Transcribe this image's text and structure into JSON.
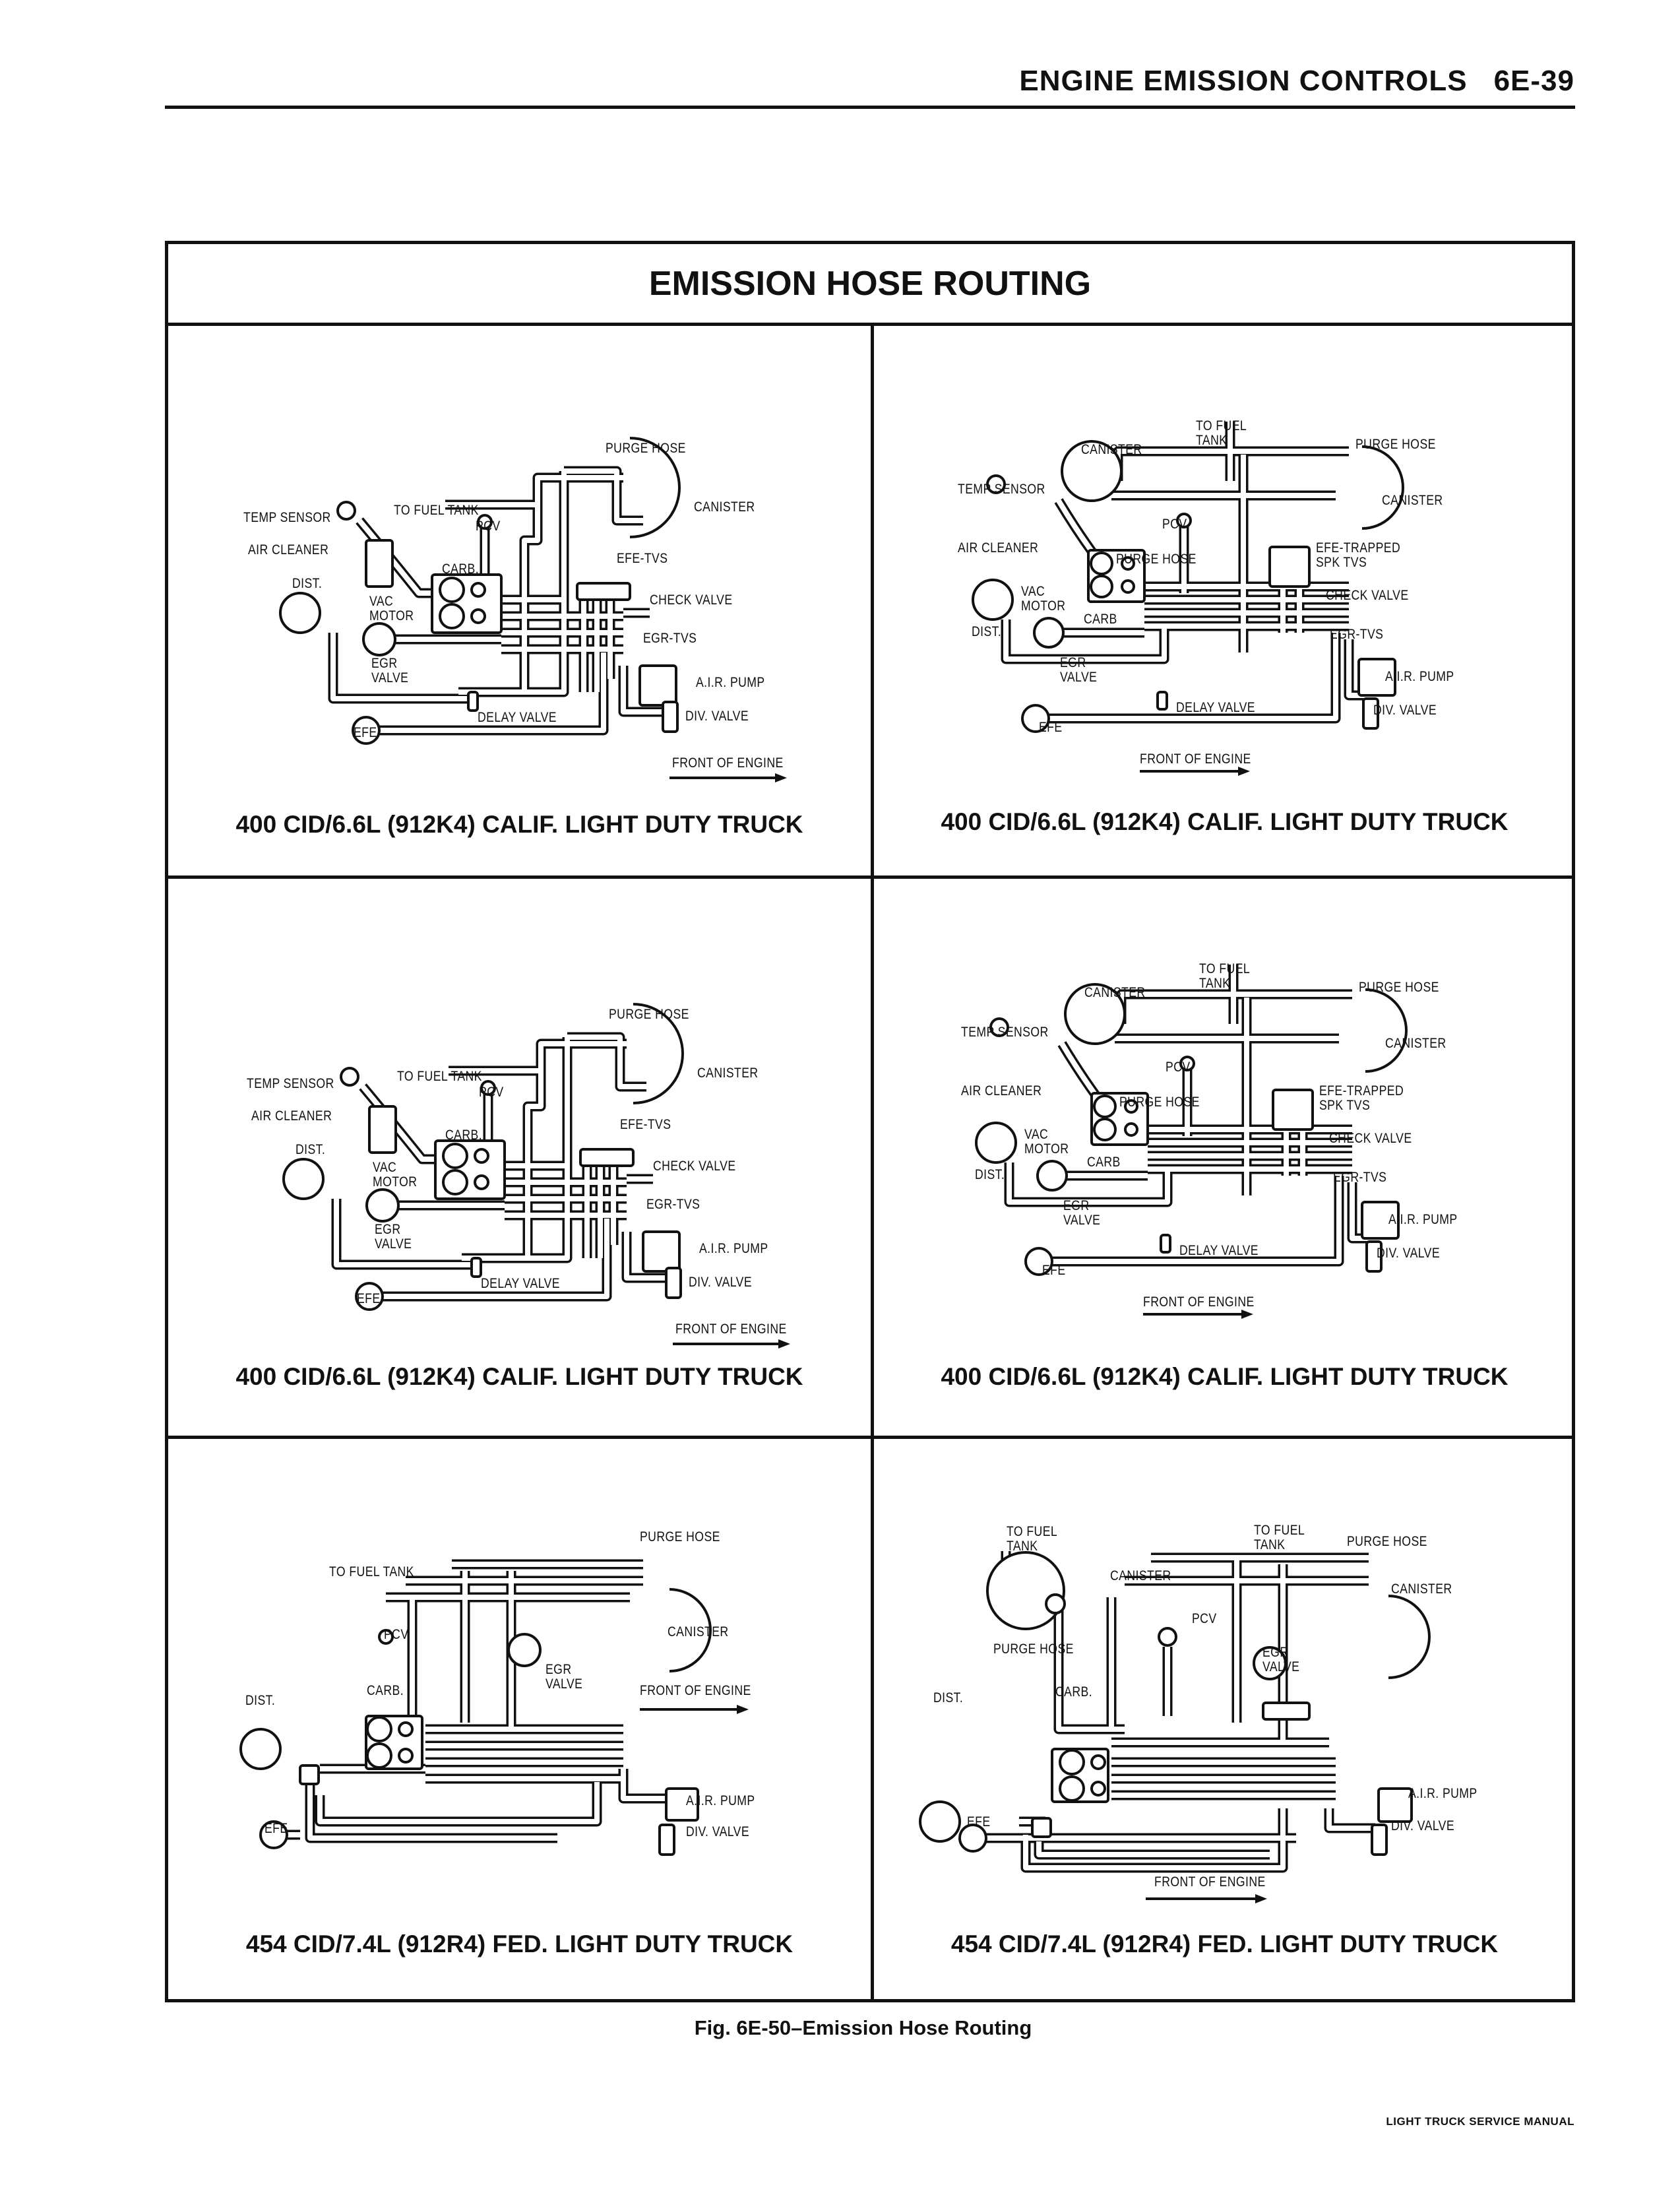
{
  "header": {
    "section": "ENGINE EMISSION CONTROLS",
    "page": "6E-39"
  },
  "title": "EMISSION HOSE ROUTING",
  "panels": [
    {
      "caption": "400 CID/6.6L (912K4) CALIF. LIGHT DUTY TRUCK",
      "labels": [
        "PURGE HOSE",
        "TEMP SENSOR",
        "TO FUEL TANK",
        "CANISTER",
        "PCV",
        "AIR CLEANER",
        "CARB.",
        "EFE-TVS",
        "DIST.",
        "CHECK VALVE",
        "VAC\nMOTOR",
        "EGR-TVS",
        "EGR\nVALVE",
        "A.I.R. PUMP",
        "DELAY VALVE",
        "DIV. VALVE",
        "EFE",
        "FRONT OF ENGINE"
      ]
    },
    {
      "caption": "400 CID/6.6L (912K4) CALIF. LIGHT DUTY TRUCK",
      "labels": [
        "CANISTER",
        "TO FUEL\nTANK",
        "PURGE HOSE",
        "TEMP SENSOR",
        "CANISTER",
        "PCV",
        "AIR CLEANER",
        "PURGE HOSE",
        "EFE-TRAPPED\nSPK TVS",
        "CHECK VALVE",
        "VAC\nMOTOR",
        "CARB",
        "DIST.",
        "EGR-TVS",
        "EGR\nVALVE",
        "A.I.R. PUMP",
        "DELAY VALVE",
        "DIV. VALVE",
        "EFE",
        "FRONT OF ENGINE"
      ]
    },
    {
      "caption": "400 CID/6.6L (912K4) CALIF. LIGHT DUTY TRUCK",
      "labels": [
        "PURGE HOSE",
        "TEMP SENSOR",
        "TO FUEL TANK",
        "CANISTER",
        "PCV",
        "AIR CLEANER",
        "CARB.",
        "EFE-TVS",
        "DIST.",
        "CHECK VALVE",
        "VAC\nMOTOR",
        "EGR-TVS",
        "EGR\nVALVE",
        "A.I.R. PUMP",
        "DELAY VALVE",
        "DIV. VALVE",
        "EFE",
        "FRONT OF ENGINE"
      ]
    },
    {
      "caption": "400 CID/6.6L (912K4) CALIF. LIGHT DUTY TRUCK",
      "labels": [
        "CANISTER",
        "TO FUEL\nTANK",
        "PURGE HOSE",
        "TEMP SENSOR",
        "CANISTER",
        "PCV",
        "AIR CLEANER",
        "PURGE HOSE",
        "EFE-TRAPPED\nSPK TVS",
        "CHECK VALVE",
        "VAC\nMOTOR",
        "CARB",
        "DIST.",
        "EGR-TVS",
        "EGR\nVALVE",
        "A.I.R. PUMP",
        "DELAY VALVE",
        "DIV. VALVE",
        "EFE",
        "FRONT OF ENGINE"
      ]
    },
    {
      "caption": "454 CID/7.4L (912R4) FED. LIGHT DUTY TRUCK",
      "labels": [
        "PURGE HOSE",
        "TO FUEL TANK",
        "PCV",
        "CANISTER",
        "EGR\nVALVE",
        "FRONT OF ENGINE",
        "DIST.",
        "CARB.",
        "A.I.R. PUMP",
        "EFE",
        "DIV. VALVE"
      ]
    },
    {
      "caption": "454 CID/7.4L (912R4) FED. LIGHT DUTY TRUCK",
      "labels": [
        "TO FUEL\nTANK",
        "TO FUEL\nTANK",
        "PURGE HOSE",
        "CANISTER",
        "CANISTER",
        "PCV",
        "PURGE HOSE",
        "EGR\nVALVE",
        "CARB.",
        "DIST.",
        "A.I.R. PUMP",
        "EFE",
        "DIV. VALVE",
        "FRONT OF ENGINE"
      ]
    }
  ],
  "figure_caption": "Fig. 6E-50–Emission Hose Routing",
  "footer": "LIGHT TRUCK SERVICE MANUAL"
}
